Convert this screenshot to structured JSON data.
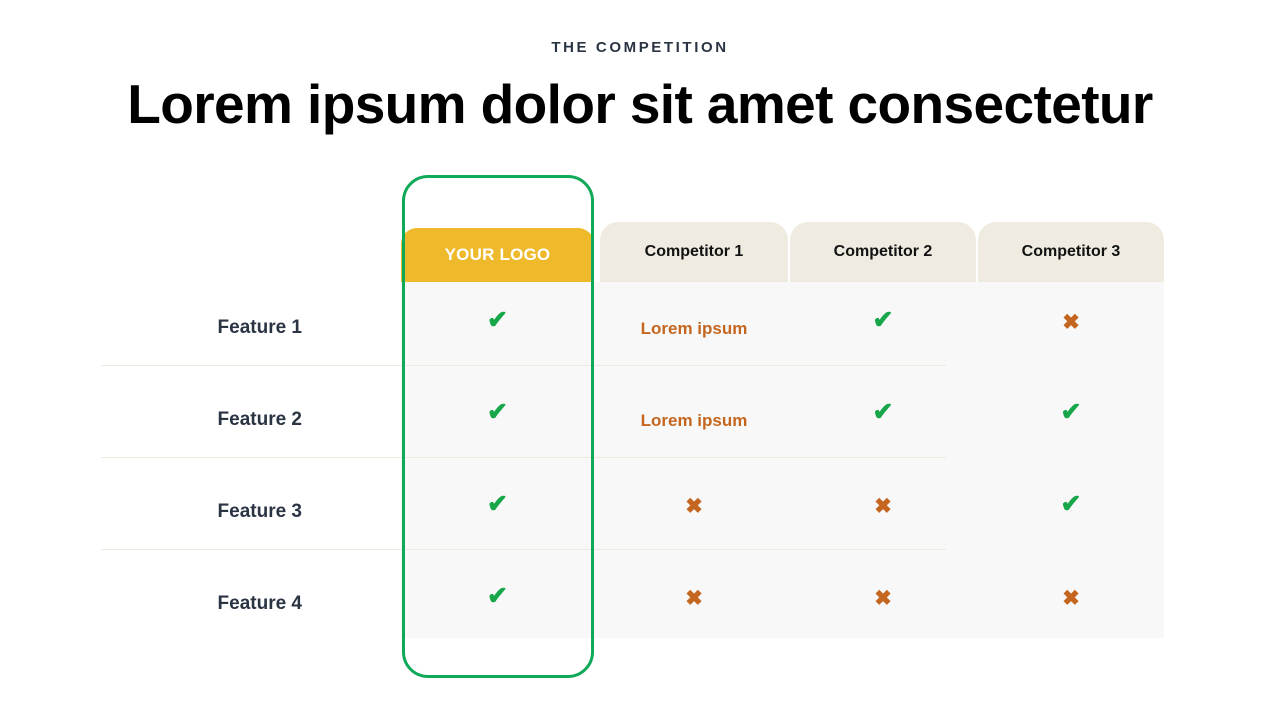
{
  "header": {
    "eyebrow": "THE COMPETITION",
    "title": "Lorem ipsum dolor sit amet consectetur"
  },
  "colors": {
    "own_header_bg": "#EEBA2B",
    "competitor_header_bg": "#EFEBE0",
    "grid_bg": "#F8F8F8",
    "check": "#17A74A",
    "cross": "#C4661F",
    "highlight_border": "#0FA958",
    "label_text": "#2B3443"
  },
  "table": {
    "columns": [
      {
        "id": "own",
        "label": "YOUR LOGO",
        "highlighted": true
      },
      {
        "id": "competitor-1",
        "label": "Competitor 1",
        "highlighted": false
      },
      {
        "id": "competitor-2",
        "label": "Competitor 2",
        "highlighted": false
      },
      {
        "id": "competitor-3",
        "label": "Competitor 3",
        "highlighted": false
      }
    ],
    "rows": [
      {
        "label": "Feature 1",
        "cells": [
          {
            "type": "check",
            "glyph": "✔"
          },
          {
            "type": "text",
            "glyph": "Lorem ipsum"
          },
          {
            "type": "check",
            "glyph": "✔"
          },
          {
            "type": "cross",
            "glyph": "✖"
          }
        ]
      },
      {
        "label": "Feature 2",
        "cells": [
          {
            "type": "check",
            "glyph": "✔"
          },
          {
            "type": "text",
            "glyph": "Lorem ipsum"
          },
          {
            "type": "check",
            "glyph": "✔"
          },
          {
            "type": "check",
            "glyph": "✔"
          }
        ]
      },
      {
        "label": "Feature 3",
        "cells": [
          {
            "type": "check",
            "glyph": "✔"
          },
          {
            "type": "cross",
            "glyph": "✖"
          },
          {
            "type": "cross",
            "glyph": "✖"
          },
          {
            "type": "check",
            "glyph": "✔"
          }
        ]
      },
      {
        "label": "Feature 4",
        "cells": [
          {
            "type": "check",
            "glyph": "✔"
          },
          {
            "type": "cross",
            "glyph": "✖"
          },
          {
            "type": "cross",
            "glyph": "✖"
          },
          {
            "type": "cross",
            "glyph": "✖"
          }
        ]
      }
    ]
  }
}
